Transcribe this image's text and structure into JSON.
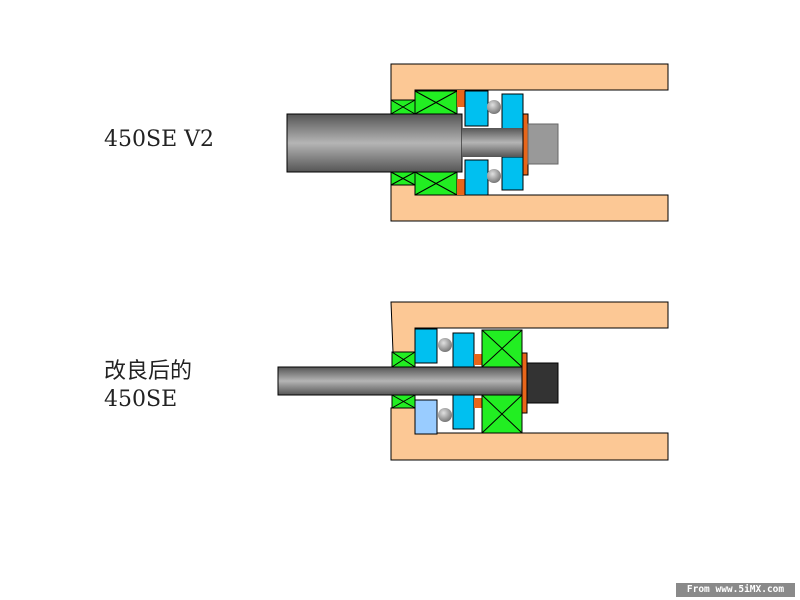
{
  "diagrams": [
    {
      "label": "450SE V2"
    },
    {
      "label_line1": "改良后的",
      "label_line2": "450SE"
    }
  ],
  "watermark": "From www.5iMX.com",
  "colors": {
    "housing": "#fcc895",
    "spacer_green": "#22ee22",
    "bearing_blue": "#00c0f0",
    "bearing_light_blue": "#99ccff",
    "washer_orange": "#e8661a",
    "shaft_gray": "#8a8a8a",
    "end_block_v2": "#999999",
    "end_block_improved": "#333333"
  }
}
